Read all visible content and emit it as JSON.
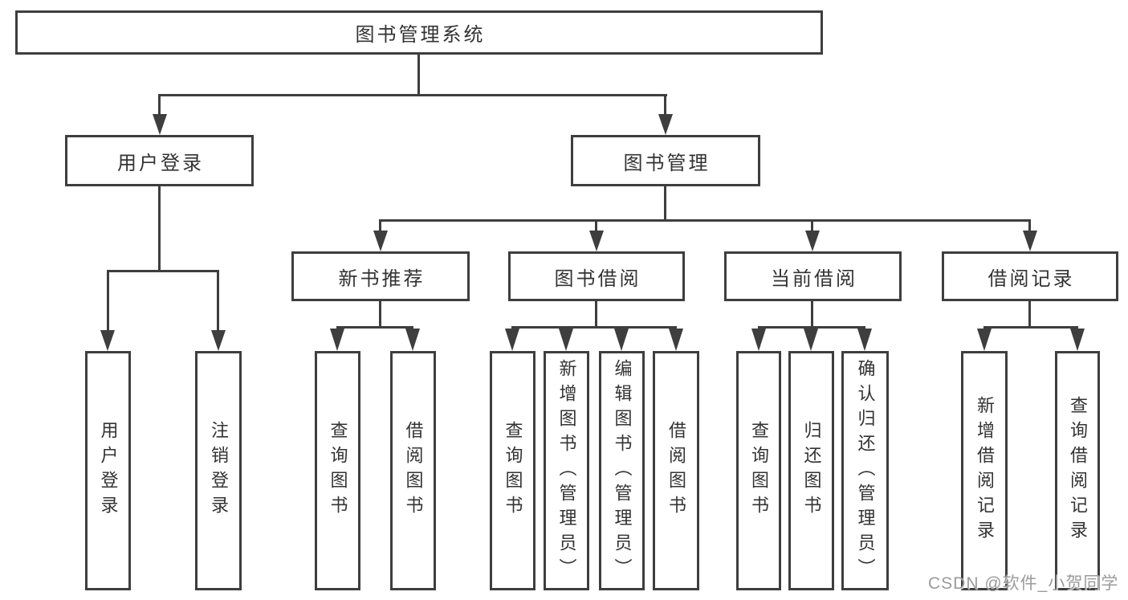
{
  "nodes": {
    "root": {
      "label": "图书管理系统"
    },
    "user_login": {
      "label": "用户登录",
      "children": [
        {
          "label": "用户登录"
        },
        {
          "label": "注销登录"
        }
      ]
    },
    "book_mgmt": {
      "label": "图书管理",
      "children": [
        {
          "label": "新书推荐",
          "children": [
            {
              "label": "查询图书"
            },
            {
              "label": "借阅图书"
            }
          ]
        },
        {
          "label": "图书借阅",
          "children": [
            {
              "label": "查询图书"
            },
            {
              "label": "新增图书（管理员）"
            },
            {
              "label": "编辑图书（管理员）"
            },
            {
              "label": "借阅图书"
            }
          ]
        },
        {
          "label": "当前借阅",
          "children": [
            {
              "label": "查询图书"
            },
            {
              "label": "归还图书"
            },
            {
              "label": "确认归还（管理员）"
            }
          ]
        },
        {
          "label": "借阅记录",
          "children": [
            {
              "label": "新增借阅记录"
            },
            {
              "label": "查询借阅记录"
            }
          ]
        }
      ]
    }
  },
  "watermark": {
    "text": "CSDN @软件_小贺同学"
  },
  "colors": {
    "line": "#3e3e3e",
    "text": "#333333",
    "watermark": "#9b9b9b",
    "background": "#ffffff"
  }
}
